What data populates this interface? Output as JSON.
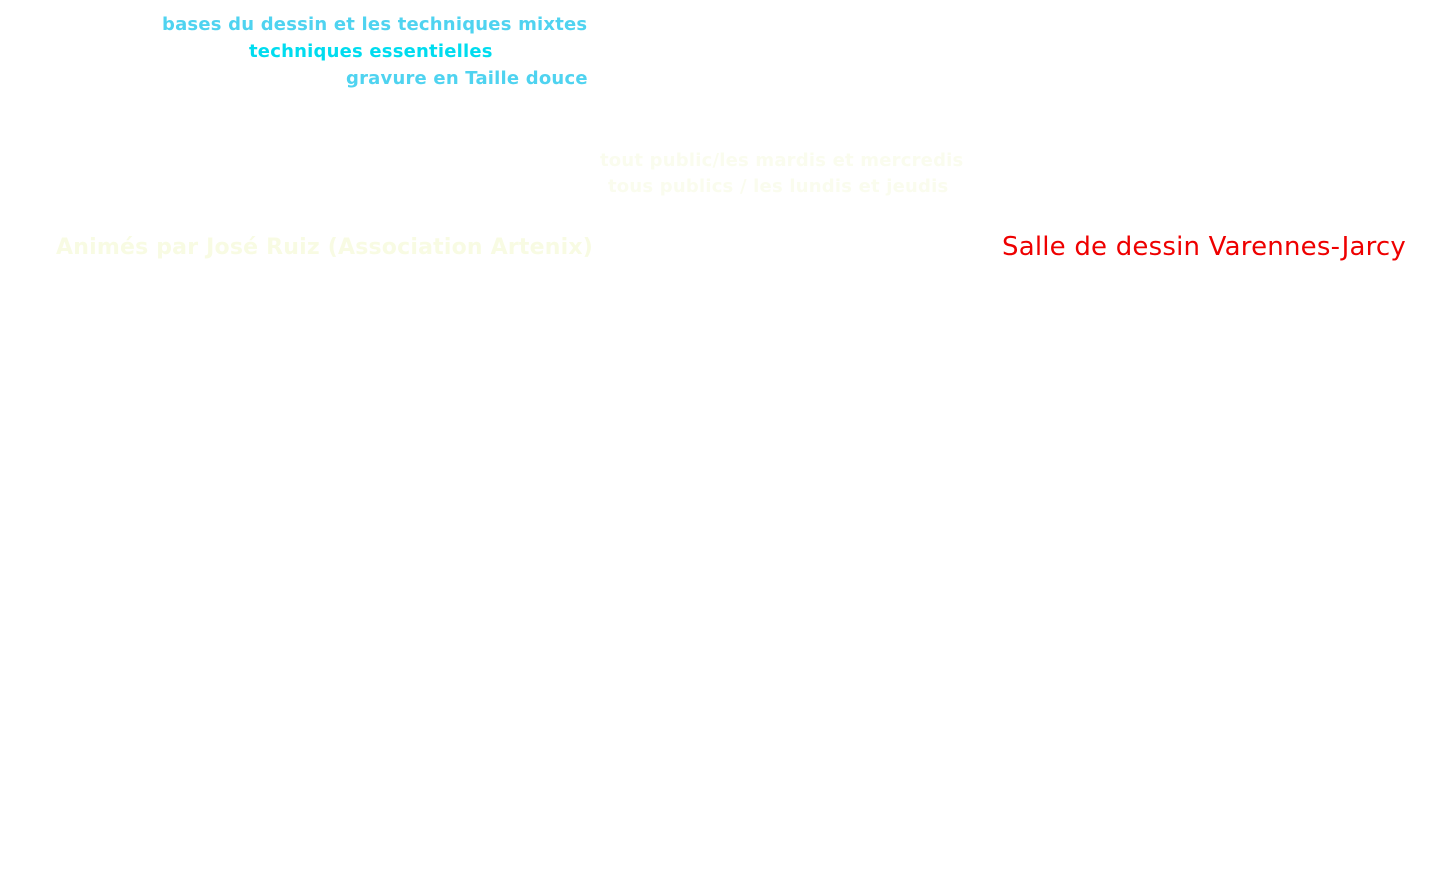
{
  "course_lines": [
    "bases du dessin  et les techniques mixtes",
    "techniques essentielles",
    "gravure en Taille douce"
  ],
  "faint_lines": [
    "tout public/les mardis et mercredis",
    "tous publics / les lundis et jeudis",
    "Animés par José Ruiz (Association Artenix)"
  ],
  "venue": "Salle de dessin Varennes-Jarcy",
  "colors": {
    "course_text": "#4fd3f0",
    "course_text_strong": "#00dcef",
    "faint_text": "#fafcee",
    "venue_text": "#ee0000",
    "background": "#ffffff"
  }
}
